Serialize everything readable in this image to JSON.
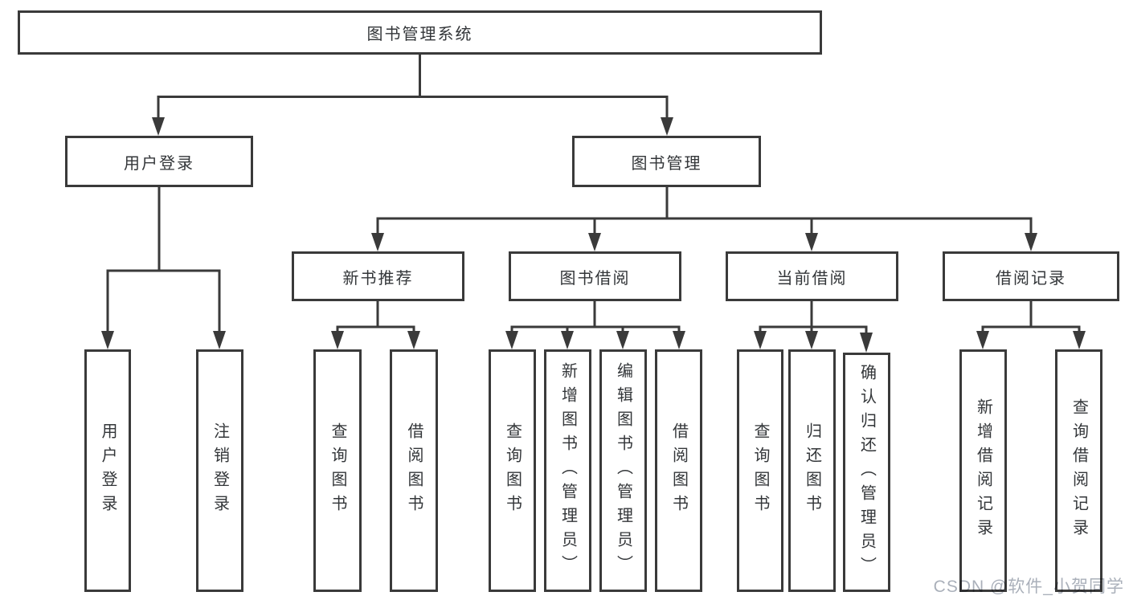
{
  "diagram": {
    "colors": {
      "line": "#3a3a3a",
      "text": "#333639",
      "background": "#ffffff",
      "watermark_text": "#aab0ba"
    },
    "root": {
      "label": "图书管理系统"
    },
    "level2": {
      "user_login": {
        "label": "用户登录"
      },
      "book_management": {
        "label": "图书管理"
      }
    },
    "level3": {
      "new_book_recommend": {
        "label": "新书推荐"
      },
      "book_borrow": {
        "label": "图书借阅"
      },
      "current_borrow": {
        "label": "当前借阅"
      },
      "borrow_records": {
        "label": "借阅记录"
      }
    },
    "leaves": {
      "user_login": [
        {
          "label": "用户登录"
        },
        {
          "label": "注销登录"
        }
      ],
      "new_book_recommend": [
        {
          "label": "查询图书"
        },
        {
          "label": "借阅图书"
        }
      ],
      "book_borrow": [
        {
          "label": "查询图书"
        },
        {
          "label": "新增图书（管理员）"
        },
        {
          "label": "编辑图书（管理员）"
        },
        {
          "label": "借阅图书"
        }
      ],
      "current_borrow": [
        {
          "label": "查询图书"
        },
        {
          "label": "归还图书"
        },
        {
          "label": "确认归还（管理员）"
        }
      ],
      "borrow_records": [
        {
          "label": "新增借阅记录"
        },
        {
          "label": "查询借阅记录"
        }
      ]
    },
    "watermark": "CSDN @软件_小贺同学"
  }
}
